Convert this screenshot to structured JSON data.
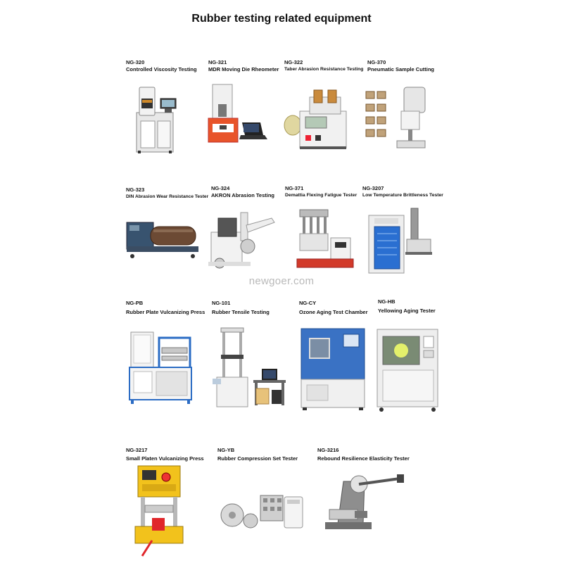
{
  "page_title": "Rubber testing related equipment",
  "watermark": "newgoer.com",
  "items": [
    {
      "code": "NG-320",
      "name": "Controlled Viscosity Testing",
      "icon": "rheometer-cabinet-icon"
    },
    {
      "code": "NG-321",
      "name": "MDR Moving Die Rheometer",
      "icon": "rheometer-laptop-icon"
    },
    {
      "code": "NG-322",
      "name": "Taber Abrasion Resistance Testing",
      "icon": "abrasion-tester-icon"
    },
    {
      "code": "NG-370",
      "name": "Pneumatic Sample Cutting",
      "icon": "sample-cutter-icon"
    },
    {
      "code": "NG-323",
      "name": "DIN Abrasion Wear Resistance Tester",
      "icon": "drum-abrasion-icon"
    },
    {
      "code": "NG-324",
      "name": "AKRON Abrasion Testing",
      "icon": "akron-tester-icon"
    },
    {
      "code": "NG-371",
      "name": "Demattia Flexing Fatigue Tester",
      "icon": "flexing-tester-icon"
    },
    {
      "code": "NG-3207",
      "name": "Low Temperature Brittleness Tester",
      "icon": "brittleness-tester-icon"
    },
    {
      "code": "NG-PB",
      "name": "Rubber Plate Vulcanizing Press",
      "icon": "vulcanizing-press-icon"
    },
    {
      "code": "NG-101",
      "name": "Rubber Tensile Testing",
      "icon": "tensile-tester-icon"
    },
    {
      "code": "NG-CY",
      "name": "Ozone Aging Test Chamber",
      "icon": "ozone-chamber-icon"
    },
    {
      "code": "NG-HB",
      "name": "Yellowing Aging Tester",
      "icon": "yellowing-chamber-icon"
    },
    {
      "code": "NG-3217",
      "name": "Small Platen Vulcanizing Press",
      "icon": "small-press-icon"
    },
    {
      "code": "NG-YB",
      "name": "Rubber Compression Set Tester",
      "icon": "compression-set-icon"
    },
    {
      "code": "NG-3216",
      "name": "Rebound Resilience Elasticity Tester",
      "icon": "rebound-tester-icon"
    }
  ]
}
